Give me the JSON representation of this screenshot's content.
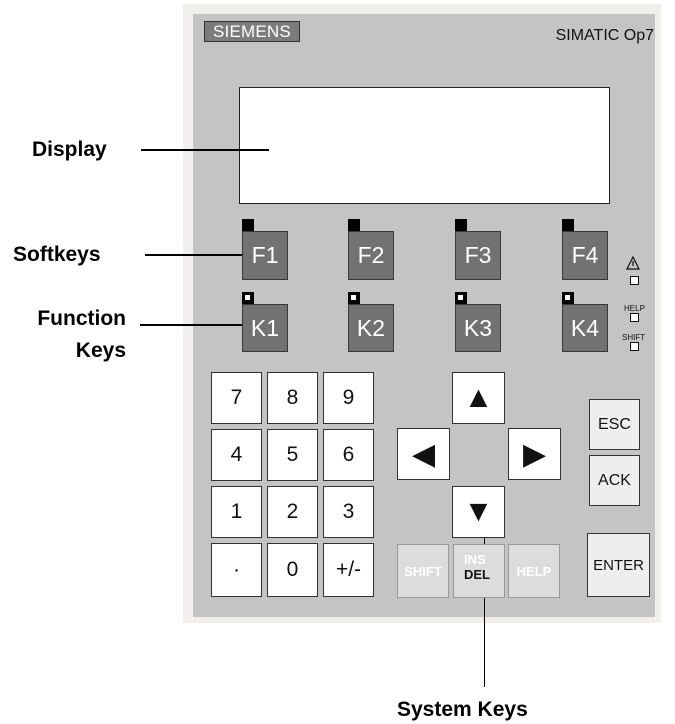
{
  "panel": {
    "brand": "SIEMENS",
    "model": "SIMATIC Op7"
  },
  "callouts": {
    "display": "Display",
    "softkeys": "Softkeys",
    "function_keys_line1": "Function",
    "function_keys_line2": "Keys",
    "system_keys": "System Keys"
  },
  "softkeys": [
    "F1",
    "F2",
    "F3",
    "F4"
  ],
  "function_keys": [
    "K1",
    "K2",
    "K3",
    "K4"
  ],
  "indicators": {
    "warning_icon": "warning-triangle-icon",
    "help": "HELP",
    "shift": "SHIFT"
  },
  "numpad": [
    "7",
    "8",
    "9",
    "4",
    "5",
    "6",
    "1",
    "2",
    "3",
    "·",
    "0",
    "+/-"
  ],
  "arrows": {
    "up_icon": "arrow-up-icon",
    "up": "▲",
    "left_icon": "arrow-left-icon",
    "left": "◀",
    "right_icon": "arrow-right-icon",
    "right": "▶",
    "down_icon": "arrow-down-icon",
    "down": "▼"
  },
  "system_keys": {
    "shift": "SHIFT",
    "ins": "INS",
    "del": "DEL",
    "help": "HELP"
  },
  "control_keys": {
    "esc": "ESC",
    "ack": "ACK",
    "enter": "ENTER"
  }
}
